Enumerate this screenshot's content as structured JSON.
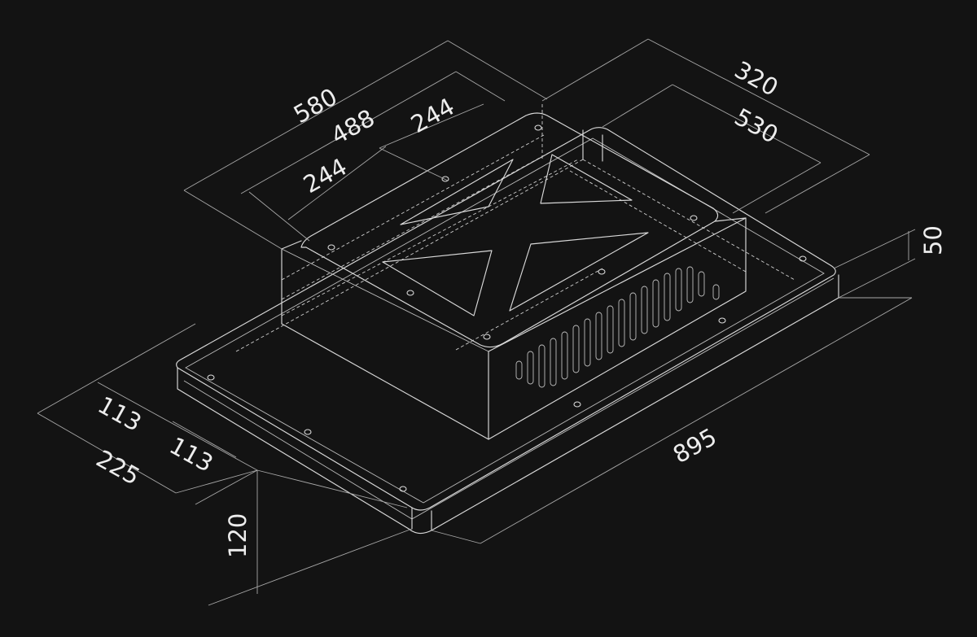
{
  "diagram": {
    "dimensions": {
      "d580": "580",
      "d488": "488",
      "d244_top": "244",
      "d244_bottom": "244",
      "d320": "320",
      "d530": "530",
      "d50": "50",
      "d895": "895",
      "d113_top": "113",
      "d113_bottom": "113",
      "d225": "225",
      "d120": "120"
    }
  }
}
